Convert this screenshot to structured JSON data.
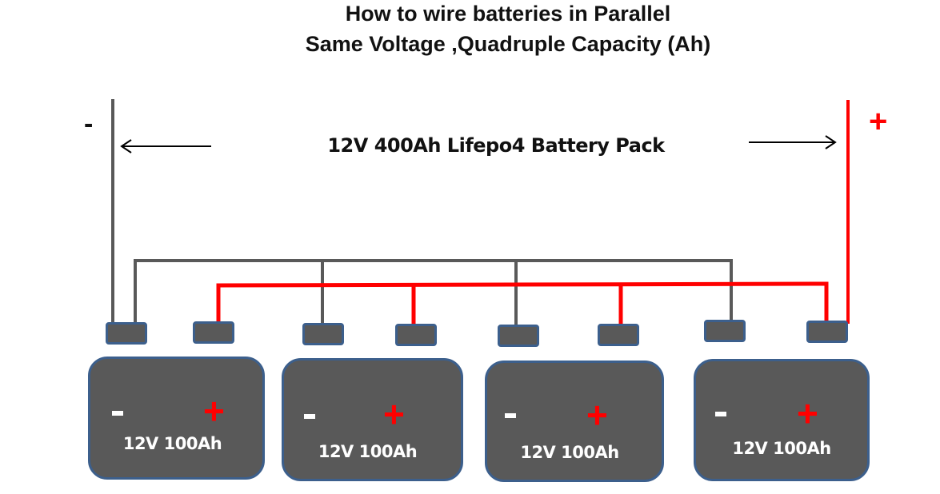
{
  "title": {
    "line1": "How to wire batteries in Parallel",
    "line2": "Same Voltage ,Quadruple Capacity (Ah)"
  },
  "pack": {
    "label": "12V 400Ah Lifepo4 Battery Pack",
    "negative_sign": "-",
    "positive_sign": "+"
  },
  "colors": {
    "negative_wire": "#595959",
    "positive_wire": "#ff0000",
    "battery_fill": "#595959",
    "battery_border": "#3c5f8c",
    "text": "#111111"
  },
  "batteries": [
    {
      "label": "12V 100Ah",
      "negative": "-",
      "positive": "+"
    },
    {
      "label": "12V 100Ah",
      "negative": "-",
      "positive": "+"
    },
    {
      "label": "12V 100Ah",
      "negative": "-",
      "positive": "+"
    },
    {
      "label": "12V 100Ah",
      "negative": "-",
      "positive": "+"
    }
  ]
}
